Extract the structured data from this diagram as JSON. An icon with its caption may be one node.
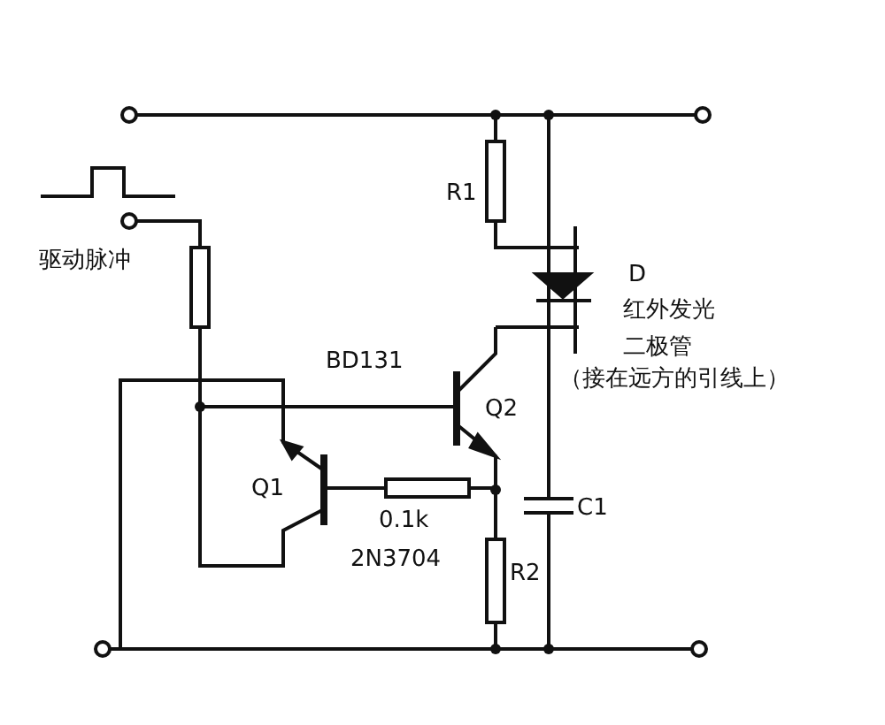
{
  "diagram": {
    "labels": [
      "R1",
      "驱动脉冲",
      "D",
      "红外发光",
      "二极管",
      "BD131",
      "（接在远方的引线上）",
      "Q2",
      "Q1",
      "C1",
      "0.1k",
      "2N3704",
      "R2"
    ]
  }
}
